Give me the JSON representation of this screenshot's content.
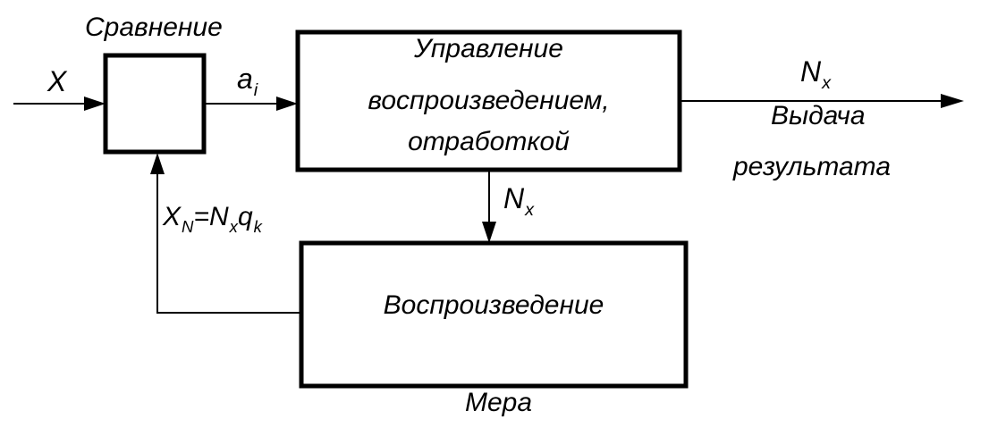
{
  "blocks": {
    "comparison": {
      "caption": "Сравнение"
    },
    "control": {
      "line1": "Управление",
      "line2": "воспроизведением,",
      "line3": "отработкой"
    },
    "reproduction": {
      "label": "Воспроизведение",
      "caption": "Мера"
    }
  },
  "signals": {
    "input": "X",
    "compare_out_base": "a",
    "compare_out_sub": "i",
    "code_base": "N",
    "code_sub": "x",
    "feedback_x_base": "X",
    "feedback_x_sub": "N",
    "feedback_eq": "=",
    "feedback_n_base": "N",
    "feedback_n_sub": "x",
    "feedback_q_base": "q",
    "feedback_q_sub": "k"
  },
  "output": {
    "line1": "Выдача",
    "line2": "результата"
  }
}
